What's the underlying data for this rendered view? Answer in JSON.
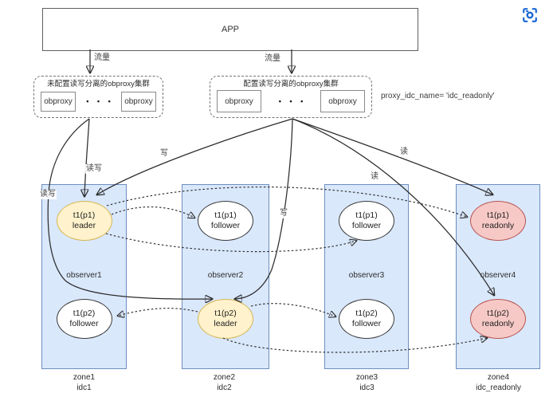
{
  "app_box": {
    "label": "APP"
  },
  "flow_labels": {
    "left": "流量",
    "right": "流量"
  },
  "clusters": {
    "unconfigured": {
      "title": "未配置读写分离的obproxy集群",
      "node1": "obproxy",
      "node2": "obproxy",
      "dots": "▪ ▪ ▪"
    },
    "configured": {
      "title": "配置读写分离的obproxy集群",
      "node1": "obproxy",
      "node2": "obproxy",
      "dots": "▪ ▪ ▪"
    }
  },
  "annotation": {
    "proxy_idc": "proxy_idc_name= 'idc_readonly'"
  },
  "edge_labels": {
    "readwrite_outer": "读写",
    "readwrite_inner": "读写",
    "write_to_p1_leader": "写",
    "write_to_p2_leader": "写",
    "read_to_p1_readonly": "读",
    "read_to_p2_readonly": "读"
  },
  "zones": [
    {
      "observer": "observer1",
      "zone": "zone1",
      "idc": "idc1",
      "p1": {
        "name": "t1(p1)",
        "role": "leader"
      },
      "p2": {
        "name": "t1(p2)",
        "role": "follower"
      }
    },
    {
      "observer": "observer2",
      "zone": "zone2",
      "idc": "idc2",
      "p1": {
        "name": "t1(p1)",
        "role": "follower"
      },
      "p2": {
        "name": "t1(p2)",
        "role": "leader"
      }
    },
    {
      "observer": "observer3",
      "zone": "zone3",
      "idc": "idc3",
      "p1": {
        "name": "t1(p1)",
        "role": "follower"
      },
      "p2": {
        "name": "t1(p2)",
        "role": "follower"
      }
    },
    {
      "observer": "observer4",
      "zone": "zone4",
      "idc": "idc_readonly",
      "p1": {
        "name": "t1(p1)",
        "role": "readonly"
      },
      "p2": {
        "name": "t1(p2)",
        "role": "readonly"
      }
    }
  ],
  "icons": {
    "screenshot": "screenshot-icon"
  },
  "colors": {
    "zone_fill": "#dae8fc",
    "zone_border": "#6c8ebf",
    "leader_fill": "#fff2cc",
    "leader_border": "#d6b656",
    "readonly_fill": "#f6c9c6",
    "readonly_border": "#b85450",
    "follower_fill": "#ffffff",
    "line": "#2d2d2d",
    "icon_blue": "#1b68d5"
  }
}
